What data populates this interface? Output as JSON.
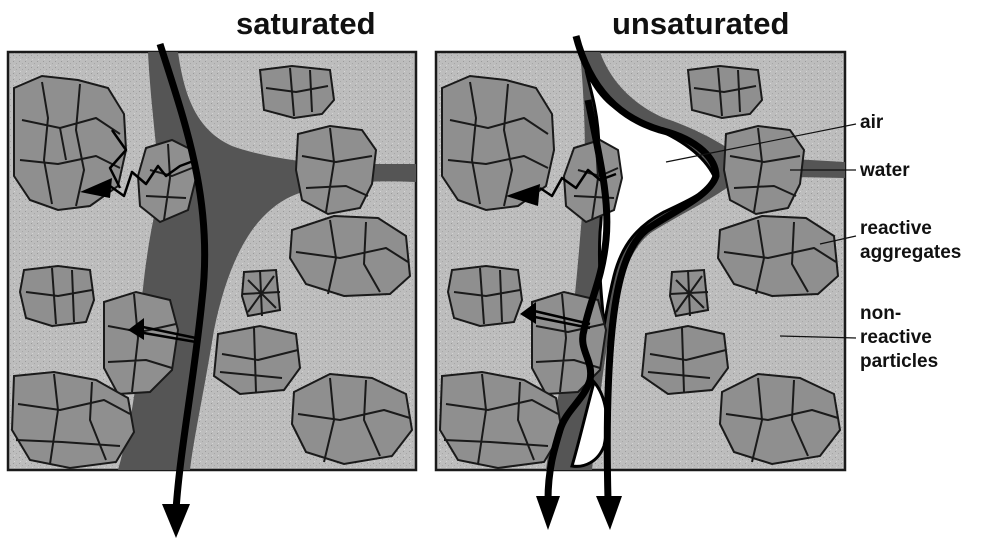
{
  "panels": {
    "left_title": "saturated",
    "right_title": "unsaturated"
  },
  "legend": {
    "air": "air",
    "water": "water",
    "reactive_1": "reactive",
    "reactive_2": "aggregates",
    "nonreactive_1": "non-",
    "nonreactive_2": "reactive",
    "nonreactive_3": "particles"
  },
  "colors": {
    "background": "#ffffff",
    "matrix": "#bdbdbd",
    "aggregate": "#8f8f8f",
    "water": "#555555",
    "air": "#ffffff",
    "outline": "#1a1a1a"
  }
}
